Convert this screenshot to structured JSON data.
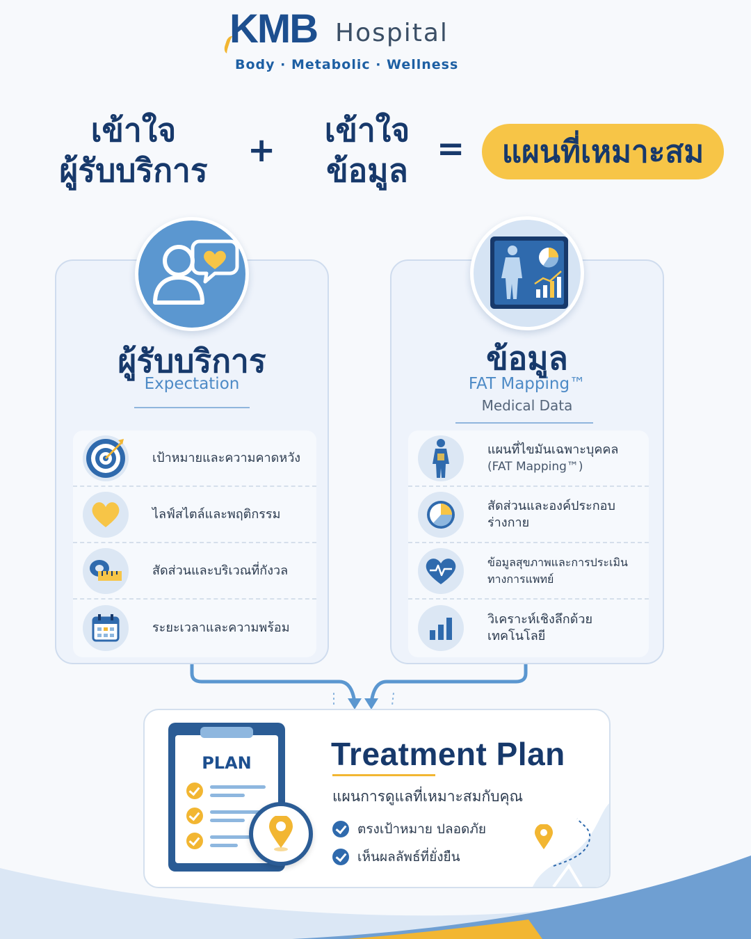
{
  "logo": {
    "mark": "KMB",
    "name": "Hospital",
    "tagline": "Body · Metabolic · Wellness"
  },
  "equation": {
    "term1_line1": "เข้าใจ",
    "term1_line2": "ผู้รับบริการ",
    "plus": "+",
    "term2_line1": "เข้าใจ",
    "term2_line2": "ข้อมูล",
    "equals": "=",
    "result": "แผนที่เหมาะสม"
  },
  "left_card": {
    "title": "ผู้รับบริการ",
    "subtitle": "Expectation",
    "items": [
      {
        "icon": "target-icon",
        "label": "เป้าหมายและความคาดหวัง"
      },
      {
        "icon": "heart-icon",
        "label": "ไลฟ์สไตล์และพฤติกรรม"
      },
      {
        "icon": "measuring-tape-icon",
        "label": "สัดส่วนและบริเวณที่กังวล"
      },
      {
        "icon": "calendar-icon",
        "label": "ระยะเวลาและความพร้อม"
      }
    ]
  },
  "right_card": {
    "title": "ข้อมูล",
    "subtitle": "FAT Mapping™",
    "subtitle2": "Medical Data",
    "items": [
      {
        "icon": "body-figure-icon",
        "label": "แผนที่ไขมันเฉพาะบุคคล",
        "label2": "(FAT Mapping™)"
      },
      {
        "icon": "pie-chart-icon",
        "label": "สัดส่วนและองค์ประกอบร่างกาย"
      },
      {
        "icon": "heartbeat-icon",
        "label": "ข้อมูลสุขภาพและการประเมินทางการแพทย์"
      },
      {
        "icon": "bar-chart-icon",
        "label": "วิเคราะห์เชิงลึกด้วยเทคโนโลยี"
      }
    ]
  },
  "treatment_plan": {
    "clipboard_label": "PLAN",
    "title": "Treatment Plan",
    "subtitle": "แผนการดูแลที่เหมาะสมกับคุณ",
    "points": [
      "ตรงเป้าหมาย ปลอดภัย",
      "เห็นผลลัพธ์ที่ยั่งยืน"
    ]
  },
  "colors": {
    "navy": "#17396b",
    "accent_blue": "#4d8ac6",
    "yellow": "#f7c547",
    "card_bg": "#eef3fb"
  }
}
